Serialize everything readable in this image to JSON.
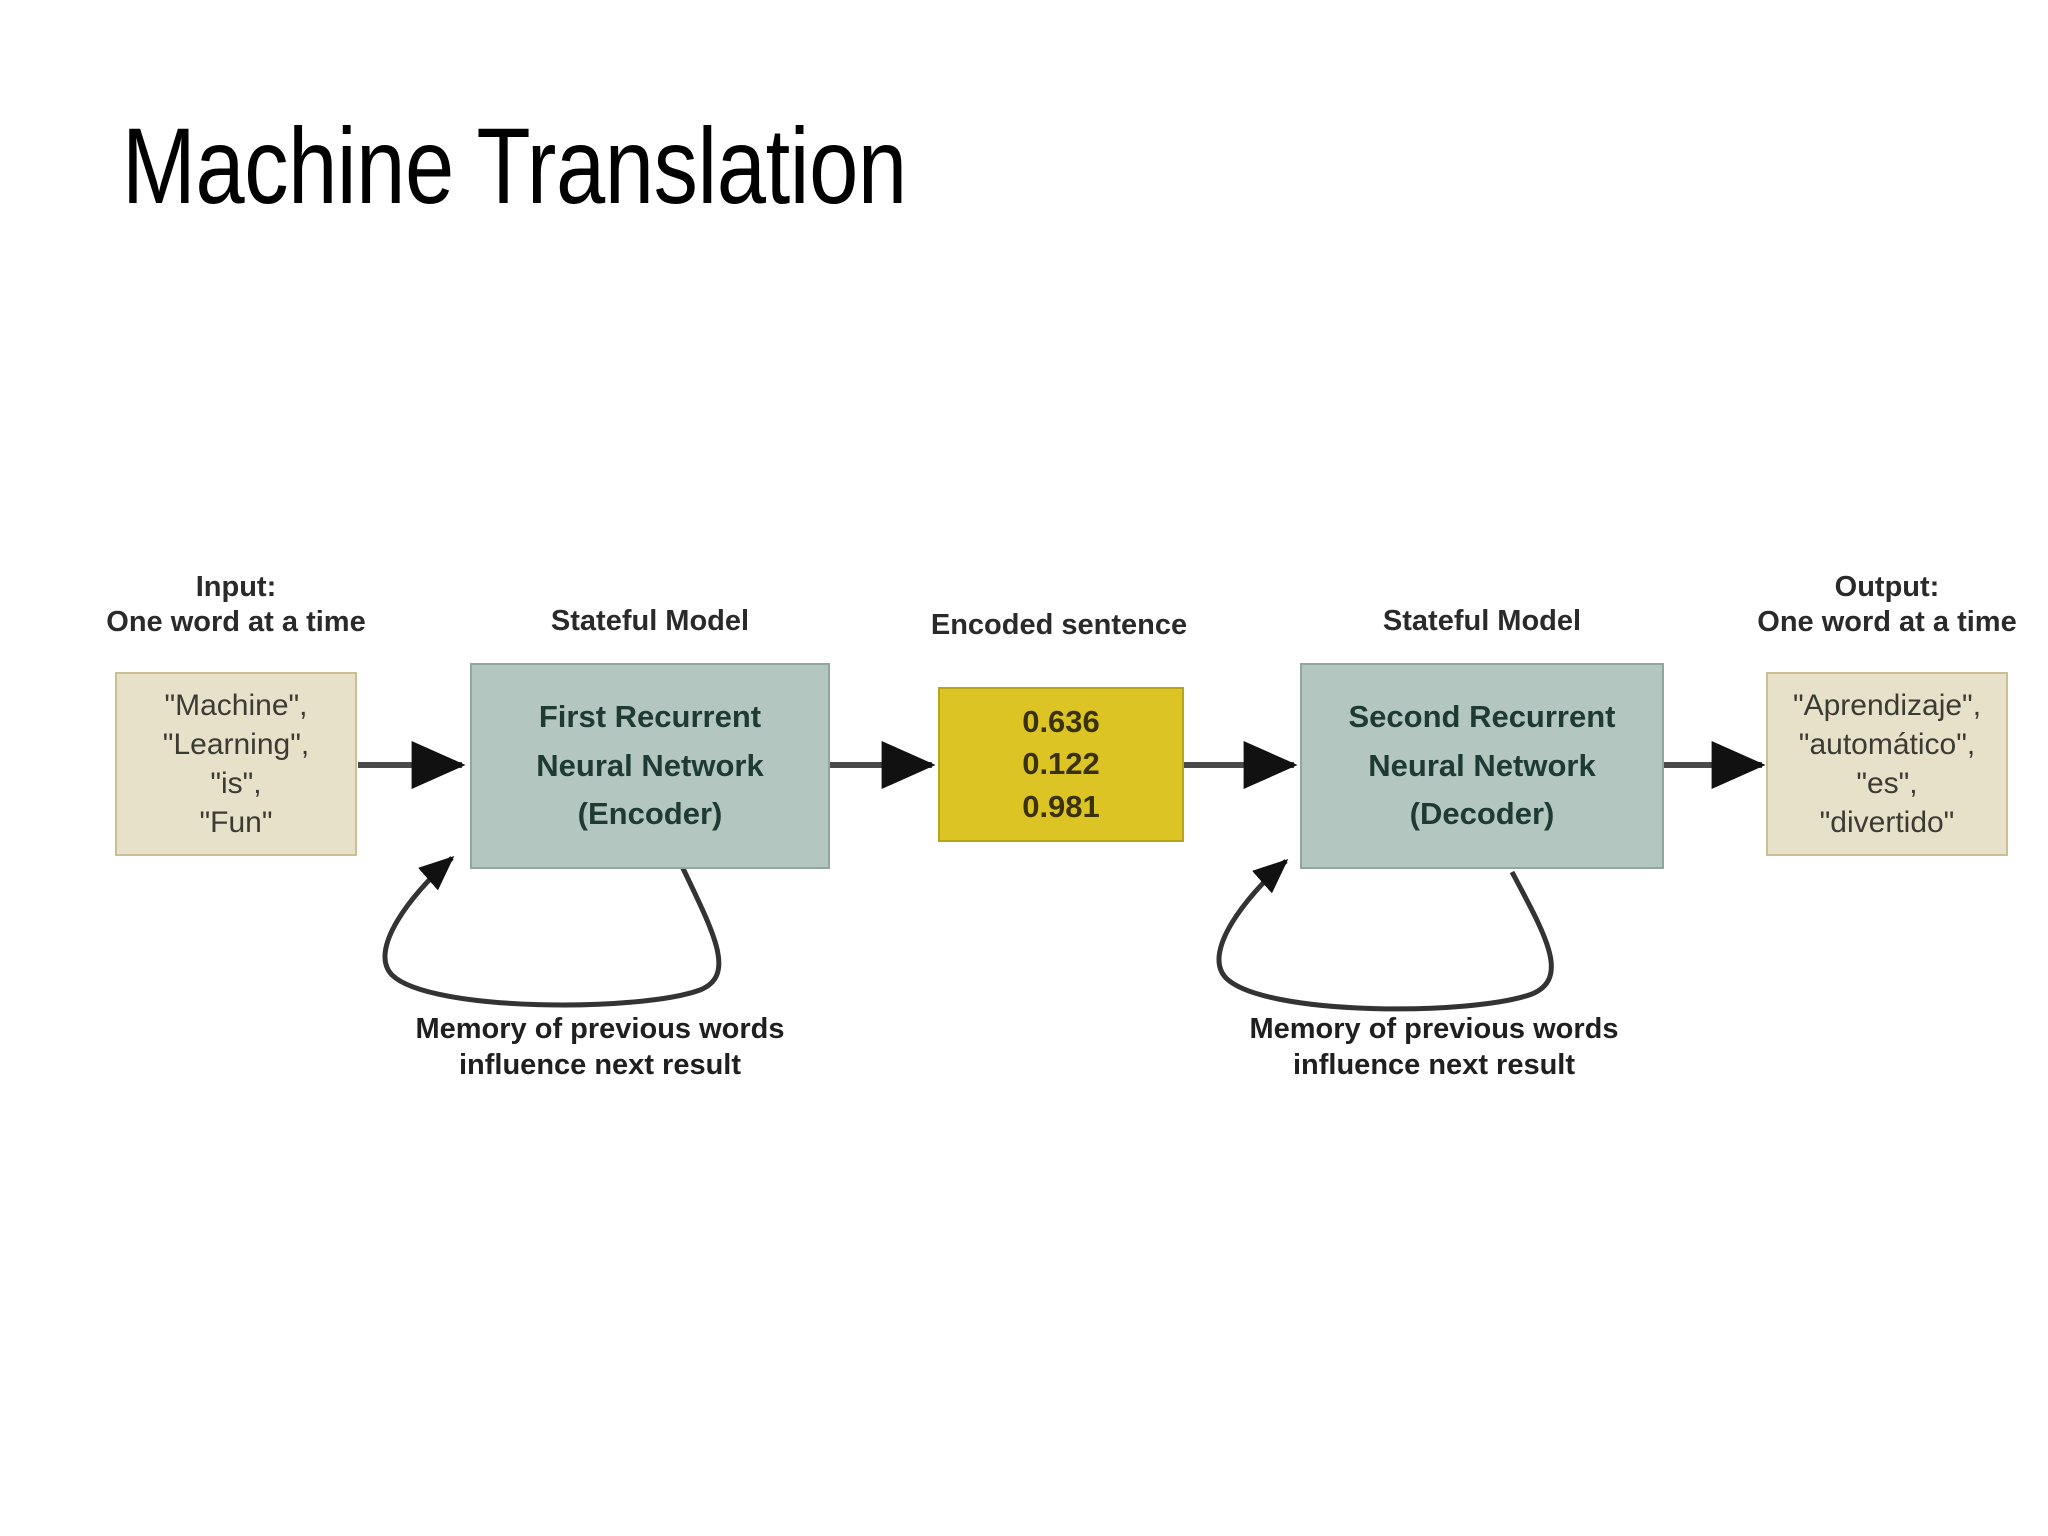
{
  "slide": {
    "title": "Machine Translation",
    "background_color": "#ffffff"
  },
  "colors": {
    "beige_fill": "#e7e1ca",
    "beige_border": "#c9bf93",
    "sage_fill": "#b3c6bf",
    "sage_border": "#8fa7a0",
    "yellow_fill": "#dcc424",
    "yellow_border": "#b9a318",
    "arrow": "#4a4a4a",
    "text_dark": "#1f1f1f"
  },
  "diagram": {
    "input": {
      "caption_line1": "Input:",
      "caption_line2": "One word at a time",
      "tokens": [
        "\"Machine\",",
        "\"Learning\",",
        "\"is\",",
        "\"Fun\""
      ]
    },
    "encoder": {
      "caption": "Stateful Model",
      "lines": [
        "First Recurrent",
        "Neural Network",
        "(Encoder)"
      ],
      "loop_caption_line1": "Memory of previous words",
      "loop_caption_line2": "influence next result"
    },
    "encoded_sentence": {
      "caption": "Encoded sentence",
      "values": [
        "0.636",
        "0.122",
        "0.981"
      ]
    },
    "decoder": {
      "caption": "Stateful Model",
      "lines": [
        "Second Recurrent",
        "Neural Network",
        "(Decoder)"
      ],
      "loop_caption_line1": "Memory of previous words",
      "loop_caption_line2": "influence next result"
    },
    "output": {
      "caption_line1": "Output:",
      "caption_line2": "One word at a time",
      "tokens": [
        "\"Aprendizaje\",",
        "\"automático\",",
        "\"es\",",
        "\"divertido\""
      ]
    }
  }
}
